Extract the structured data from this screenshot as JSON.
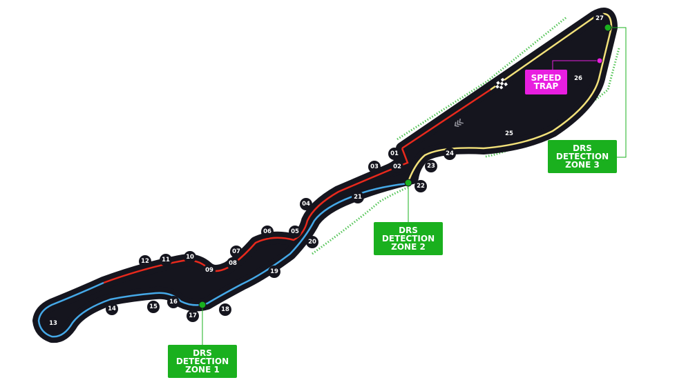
{
  "colors": {
    "track": "#15151e",
    "sector1": "#e8291c",
    "sector2": "#45a9e8",
    "sector3": "#f2e17a",
    "drs": "#1ab01e",
    "speed_trap": "#e81ee0"
  },
  "turns": [
    "01",
    "02",
    "03",
    "04",
    "05",
    "06",
    "07",
    "08",
    "09",
    "10",
    "11",
    "12",
    "13",
    "14",
    "15",
    "16",
    "17",
    "18",
    "19",
    "20",
    "21",
    "22",
    "23",
    "24",
    "25",
    "26",
    "27"
  ],
  "drs_zone_1": {
    "line1": "DRS",
    "line2": "DETECTION",
    "line3": "ZONE 1"
  },
  "drs_zone_2": {
    "line1": "DRS",
    "line2": "DETECTION",
    "line3": "ZONE 2"
  },
  "drs_zone_3": {
    "line1": "DRS",
    "line2": "DETECTION",
    "line3": "ZONE 3"
  },
  "speed_trap": {
    "line1": "SPEED",
    "line2": "TRAP"
  },
  "icons": {
    "start_finish": "chequered-flag-icon",
    "direction": "direction-chevrons-icon"
  }
}
